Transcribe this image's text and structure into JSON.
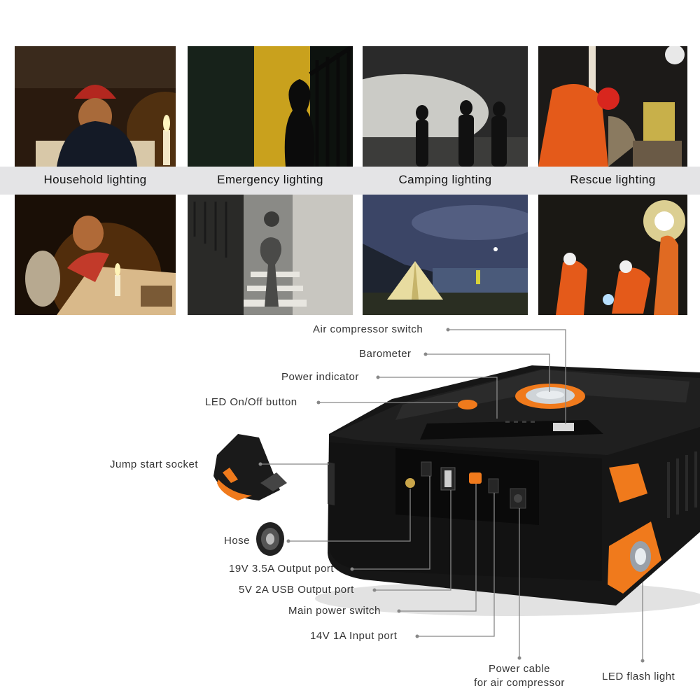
{
  "captions": [
    "Household lighting",
    "Emergency lighting",
    "Camping lighting",
    "Rescue lighting"
  ],
  "photos": {
    "top": [
      "child studying by candlelight",
      "silhouette on dark stairway",
      "people walking at night with lights",
      "rescue workers with lamp"
    ],
    "bottom": [
      "children drawing by candle",
      "child walking up dark stairs",
      "tent lit at night by lake",
      "workers welding at night"
    ]
  },
  "callouts": {
    "air_compressor_switch": "Air compressor switch",
    "barometer": "Barometer",
    "power_indicator": "Power indicator",
    "led_button": "LED On/Off button",
    "jump_start_socket": "Jump start socket",
    "hose": "Hose",
    "output_19v": "19V 3.5A Output port",
    "usb_5v": "5V 2A USB Output port",
    "main_power_switch": "Main power switch",
    "input_14v": "14V 1A Input port",
    "power_cable_line1": "Power cable",
    "power_cable_line2": "for air compressor",
    "led_flash_light": "LED flash light"
  },
  "colors": {
    "accent": "#f07a1c",
    "body": "#1b1b1b",
    "band": "#e4e4e6",
    "callout_line": "#888888"
  }
}
